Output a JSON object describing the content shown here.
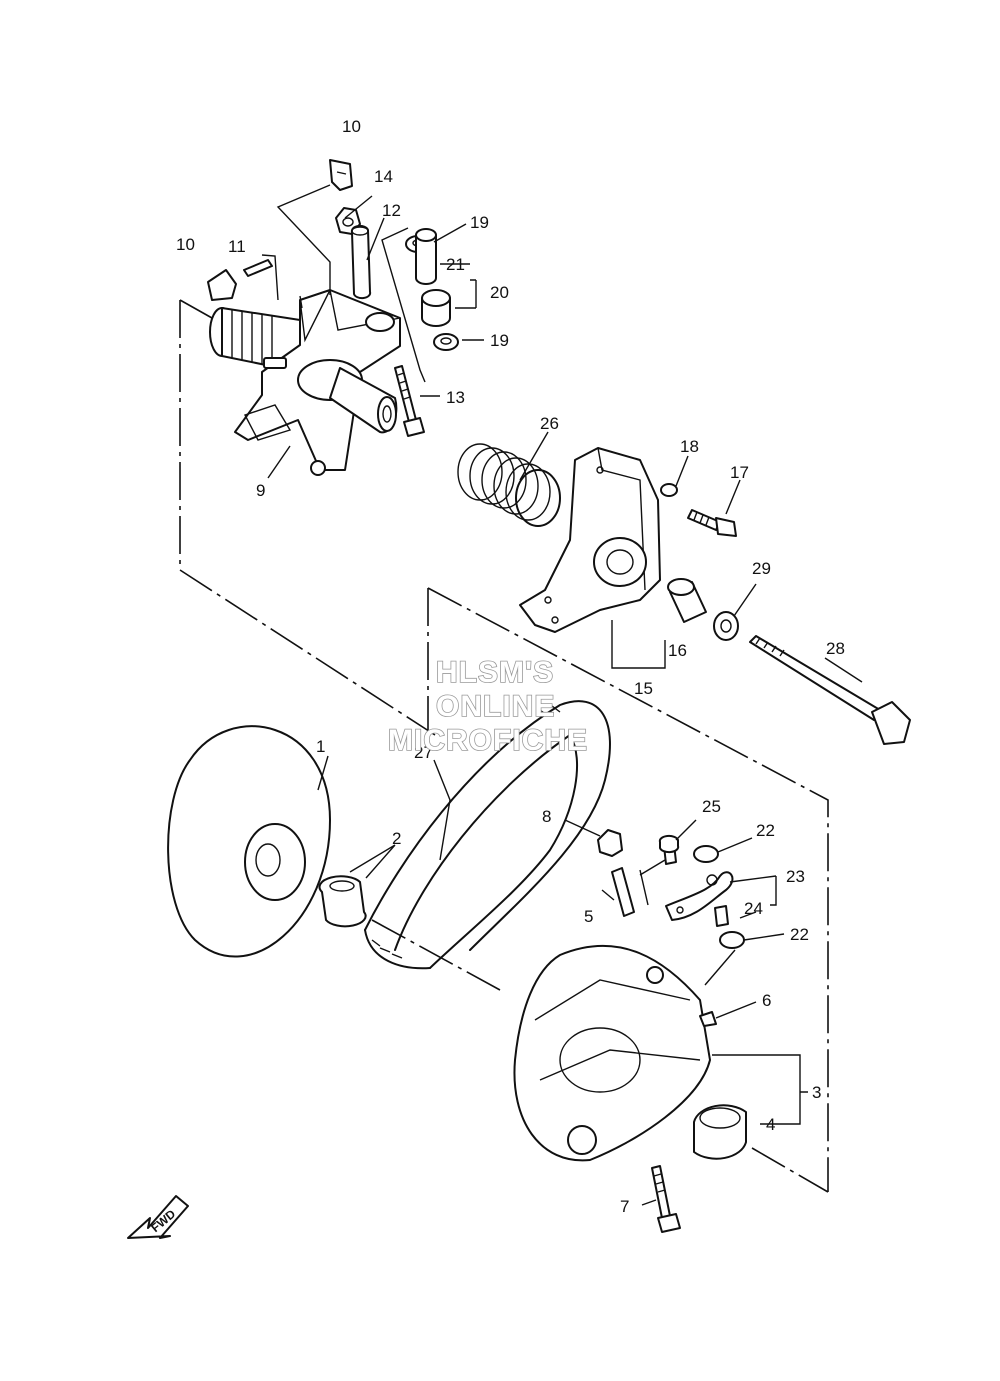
{
  "callouts": {
    "p1": "1",
    "p2": "2",
    "p3": "3",
    "p4": "4",
    "p5": "5",
    "p6": "6",
    "p7": "7",
    "p8": "8",
    "p9": "9",
    "p10a": "10",
    "p10b": "10",
    "p11": "11",
    "p12": "12",
    "p13": "13",
    "p14": "14",
    "p15": "15",
    "p16": "16",
    "p17": "17",
    "p18": "18",
    "p19a": "19",
    "p19b": "19",
    "p20": "20",
    "p21": "21",
    "p22a": "22",
    "p22b": "22",
    "p23": "23",
    "p24": "24",
    "p25": "25",
    "p26": "26",
    "p27": "27",
    "p28": "28",
    "p29": "29"
  },
  "watermark": {
    "line1": "HLSM'S",
    "line2": "ONLINE",
    "line3": "MICROFICHE"
  },
  "fwd_label": "FWD"
}
